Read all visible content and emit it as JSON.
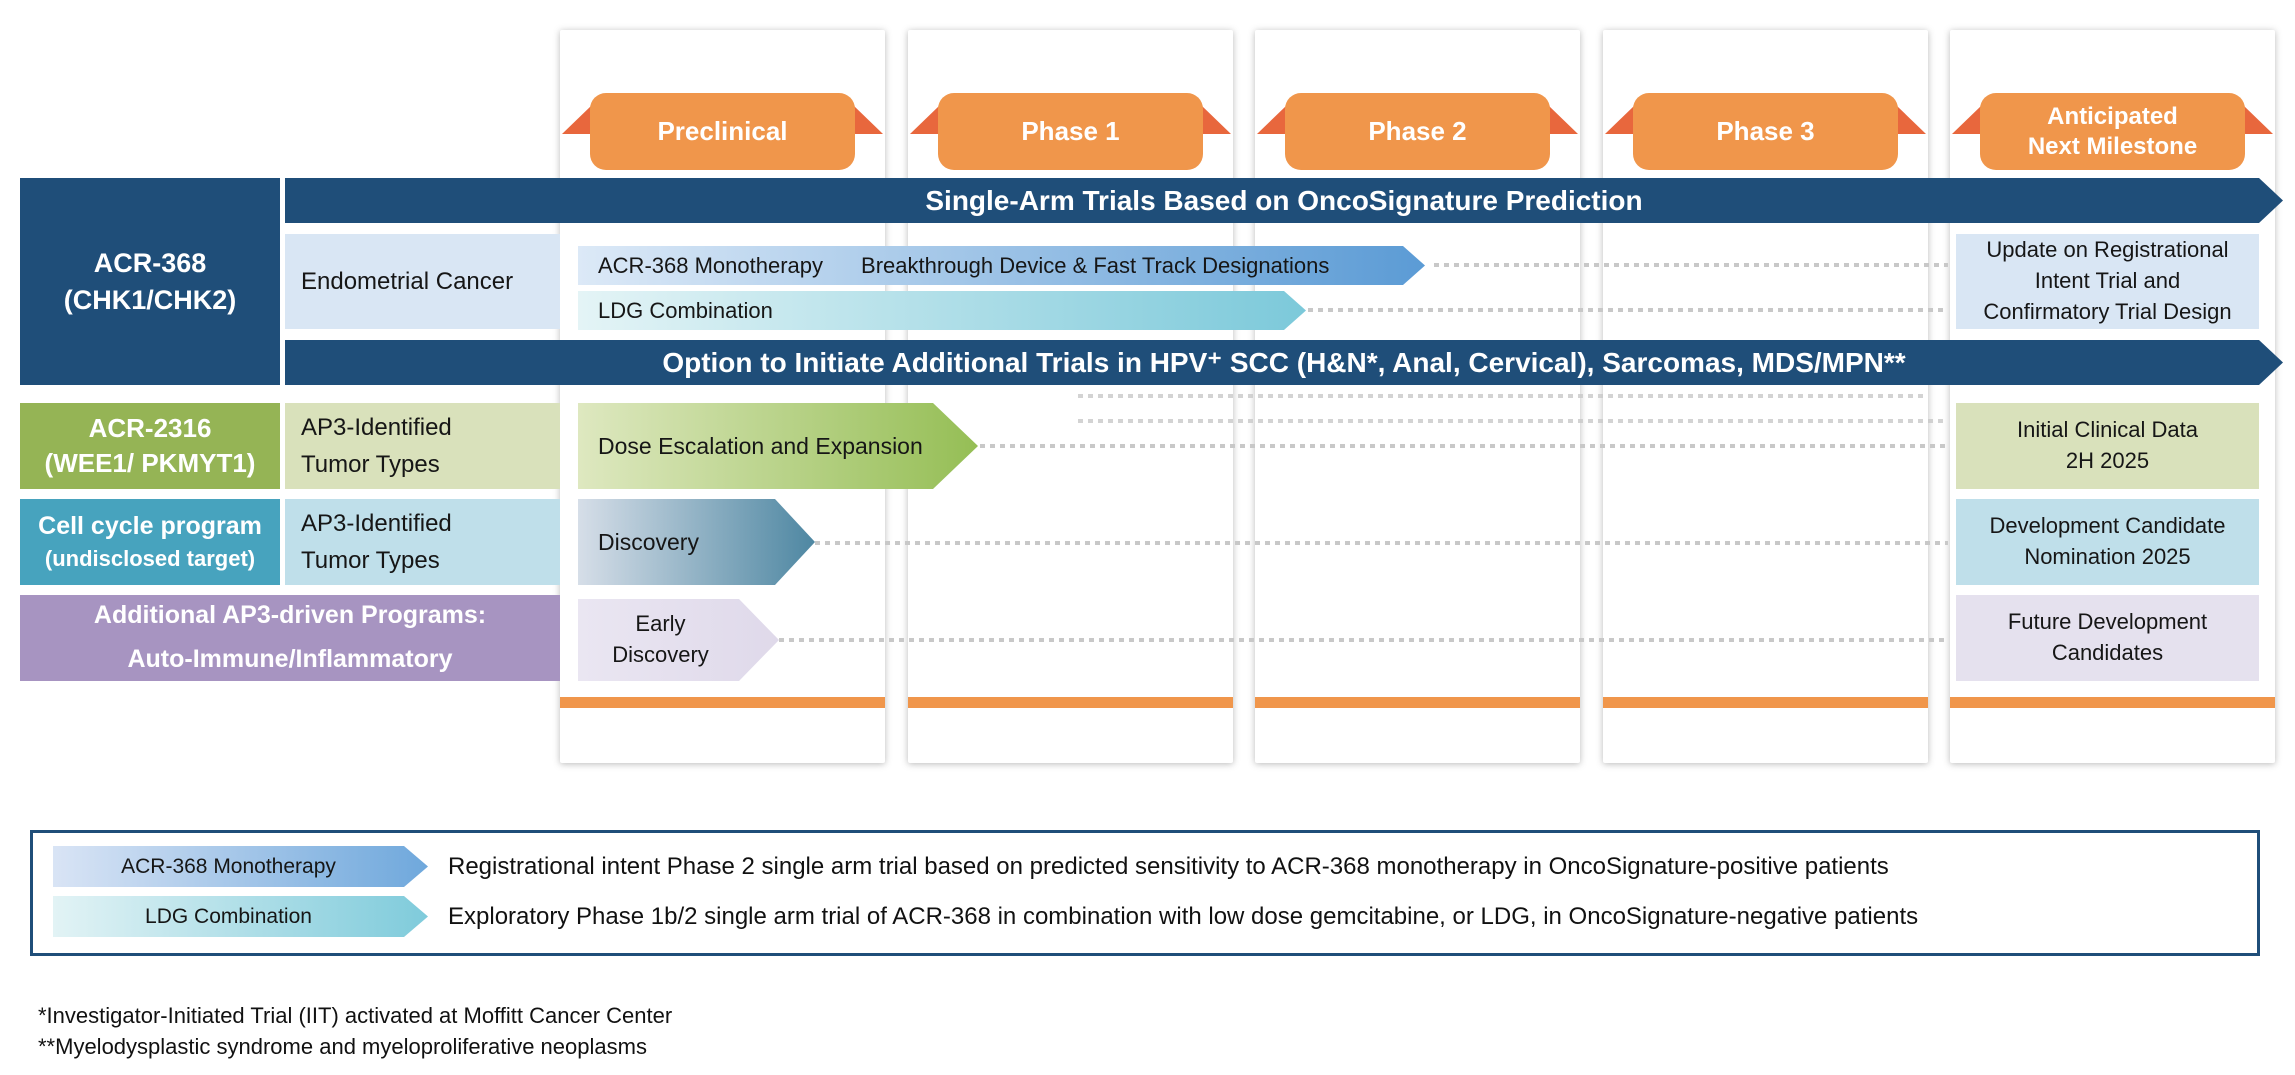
{
  "header": {
    "columns": [
      {
        "line1": "Preclinical"
      },
      {
        "line1": "Phase 1"
      },
      {
        "line1": "Phase 2"
      },
      {
        "line1": "Phase 3"
      },
      {
        "line1": "Anticipated",
        "line2": "Next Milestone"
      }
    ]
  },
  "banners": {
    "single_arm": "Single-Arm Trials Based on OncoSignature Prediction",
    "option": "Option to Initiate Additional Trials in HPV⁺ SCC (H&N*, Anal, Cervical), Sarcomas, MDS/MPN**"
  },
  "rows": {
    "acr368": {
      "program_line1": "ACR-368",
      "program_line2": "(CHK1/CHK2)",
      "indication": "Endometrial Cancer",
      "arrow1_label": "ACR-368 Monotherapy",
      "arrow1_note": "Breakthrough Device & Fast Track Designations",
      "arrow2_label": "LDG Combination",
      "milestone": "Update on Registrational\nIntent Trial and\nConfirmatory Trial Design"
    },
    "acr2316": {
      "program_line1": "ACR-2316",
      "program_line2": "(WEE1/ PKMYT1)",
      "indication": "AP3-Identified\nTumor Types",
      "arrow_label": "Dose Escalation and Expansion",
      "milestone": "Initial Clinical Data\n2H 2025"
    },
    "cellcycle": {
      "program_line1": "Cell cycle program",
      "program_line2": "(undisclosed target)",
      "indication": "AP3-Identified\nTumor Types",
      "arrow_label": "Discovery",
      "milestone": "Development Candidate\nNomination 2025"
    },
    "ap3": {
      "program_line1": "Additional AP3-driven Programs:",
      "program_line2": "Auto-Immune/Inflammatory",
      "arrow_label": "Early\nDiscovery",
      "milestone": "Future Development\nCandidates"
    }
  },
  "legend": {
    "items": [
      {
        "label": "ACR-368 Monotherapy",
        "description": "Registrational intent Phase 2 single arm trial based on predicted sensitivity to ACR-368 monotherapy in OncoSignature-positive patients"
      },
      {
        "label": "LDG Combination",
        "description": "Exploratory Phase 1b/2 single arm trial of ACR-368 in combination with low dose gemcitabine, or LDG, in OncoSignature-negative patients"
      }
    ]
  },
  "footnotes": [
    "*Investigator-Initiated Trial (IIT) activated at Moffitt Cancer Center",
    "**Myelodysplastic syndrome and myeloproliferative neoplasms"
  ],
  "colors": {
    "dark_blue": "#1F4E79",
    "ribbon_orange": "#F0964B",
    "ribbon_fold": "#E8673D",
    "bottom_bar_orange": "#F0964B",
    "light_blue": "#D9E6F4",
    "mono_arrow_end": "#5B9BD5",
    "ldg_arrow_end": "#7CC9DA",
    "green": "#95B455",
    "light_green": "#D9E1BB",
    "teal": "#47A3BE",
    "light_teal": "#BFDFEA",
    "discovery_arrow_end": "#4E87A2",
    "purple": "#A794C1",
    "light_purple": "#E5E1EE",
    "dotted_line": "#C8C8C8"
  }
}
